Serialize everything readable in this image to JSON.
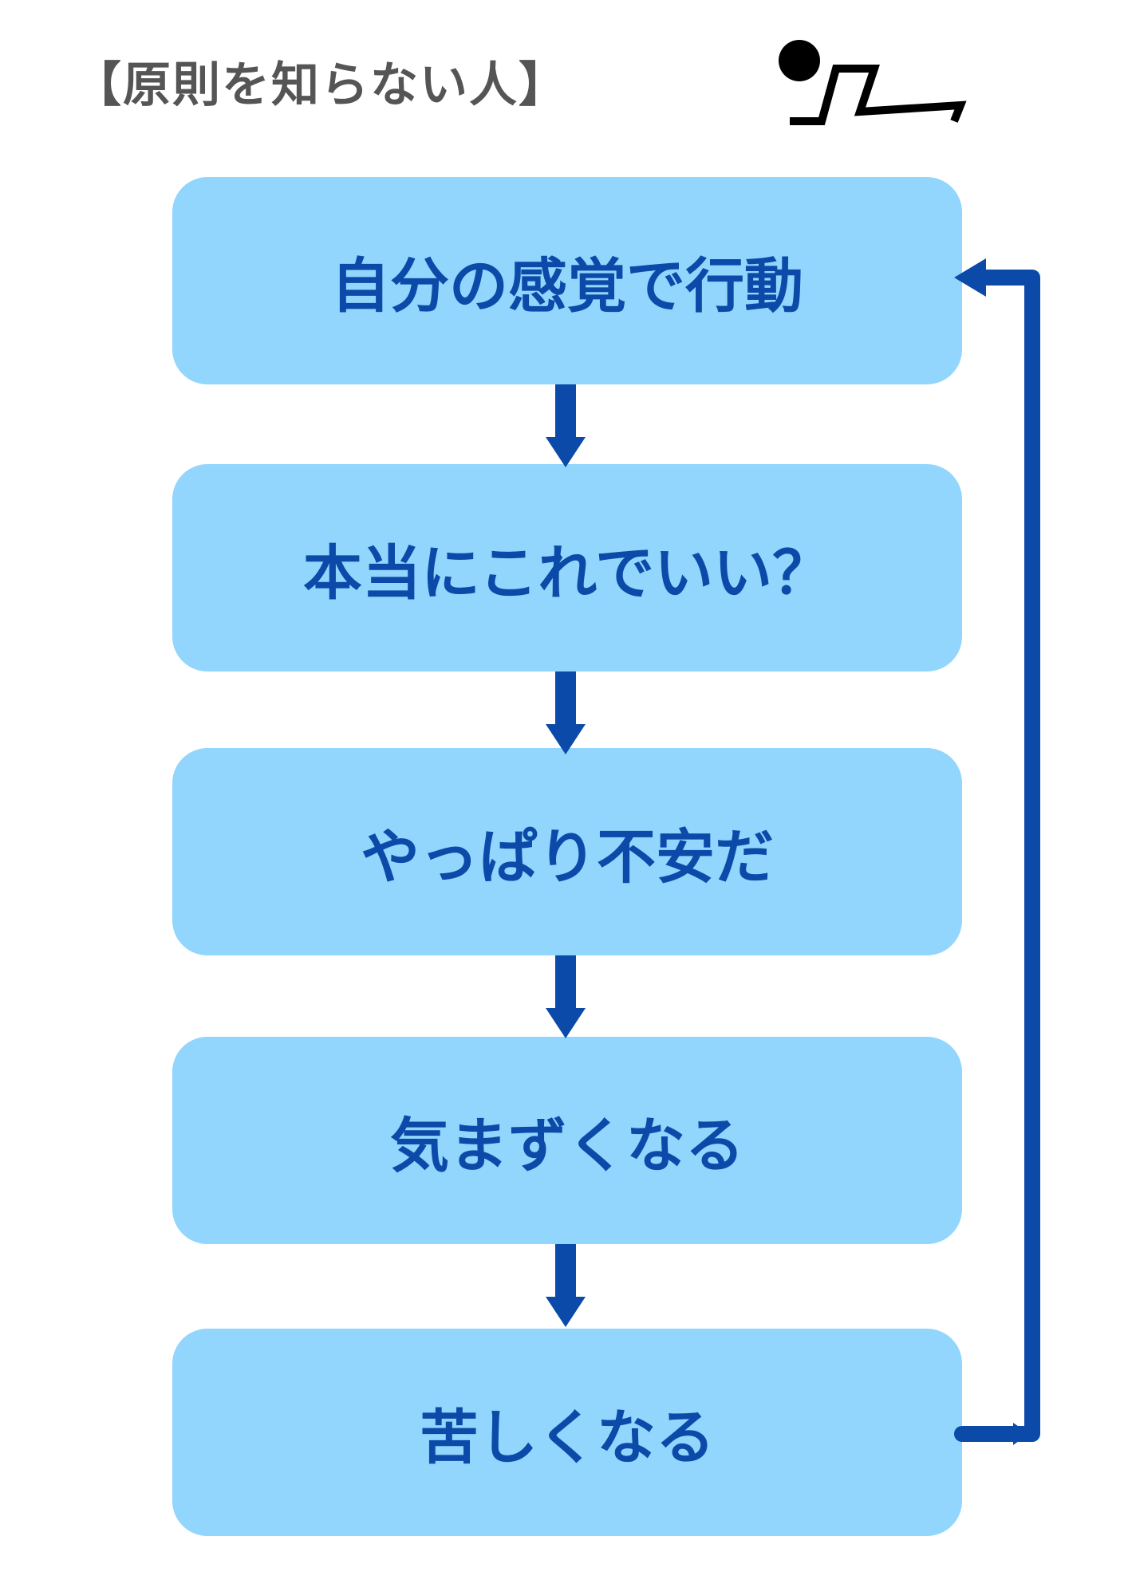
{
  "title": "【原則を知らない人】",
  "steps": [
    {
      "label": "自分の感覚で行動"
    },
    {
      "label": "本当にこれでいい？"
    },
    {
      "label": "やっぱり不安だ"
    },
    {
      "label": "気まずくなる"
    },
    {
      "label": "苦しくなる"
    }
  ],
  "icons": {
    "figure": "kneeling-person-icon"
  },
  "colors": {
    "box_fill": "#92d5fd",
    "text": "#0b4aa8",
    "arrow": "#0b4aa8",
    "title": "#555555"
  }
}
